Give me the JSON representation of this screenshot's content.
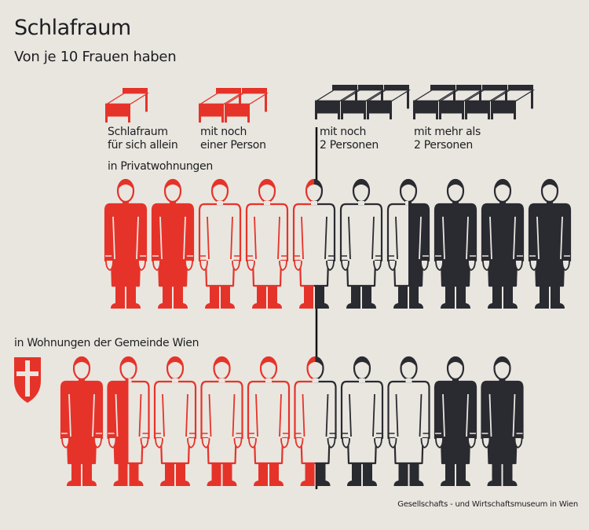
{
  "title": "Schlafraum",
  "subtitle": "Von je 10 Frauen haben",
  "footer": "Gesellschafts - und Wirtschaftsmuseum in Wien",
  "colors": {
    "red": "#e6332a",
    "black": "#2a2a31",
    "paper": "#e9e6df"
  },
  "chart_data": {
    "type": "bar",
    "stacked": true,
    "orientation": "horizontal",
    "unit": "Frauen (von je 10)",
    "title": "Schlafraum",
    "subtitle": "Von je 10 Frauen haben",
    "categories": [
      "in Privatwohnungen",
      "in Wohnungen der Gemeinde Wien"
    ],
    "series": [
      {
        "name": "Schlafraum für sich allein",
        "line1": "Schlafraum",
        "line2": "für sich allein",
        "beds": 1,
        "style": "red-solid",
        "values": [
          2,
          1.5
        ]
      },
      {
        "name": "mit noch einer Person",
        "line1": "mit noch",
        "line2": "einer Person",
        "beds": 2,
        "style": "red-outline",
        "values": [
          2.5,
          4
        ]
      },
      {
        "name": "mit noch 2 Personen",
        "line1": "mit noch",
        "line2": "2 Personen",
        "beds": 3,
        "style": "black-outline",
        "values": [
          2,
          2.5
        ]
      },
      {
        "name": "mit mehr als 2 Personen",
        "line1": "mit mehr als",
        "line2": "2 Personen",
        "beds": 4,
        "style": "black-solid",
        "values": [
          3.5,
          2
        ]
      }
    ],
    "total": 10
  }
}
